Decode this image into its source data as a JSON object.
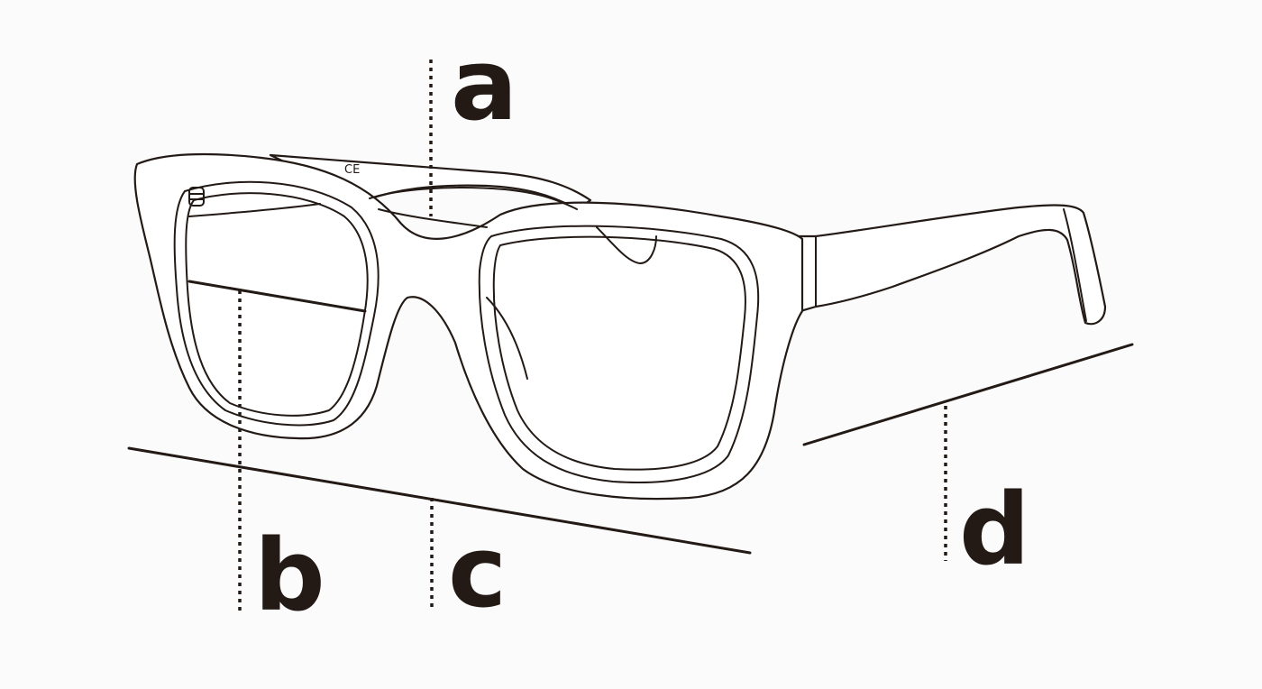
{
  "labels": {
    "a": "a",
    "b": "b",
    "c": "c",
    "d": "d"
  },
  "temple_mark": "CE",
  "colors": {
    "ink": "#231a16",
    "background": "#fbfbfb",
    "frame_fill": "#ffffff"
  }
}
